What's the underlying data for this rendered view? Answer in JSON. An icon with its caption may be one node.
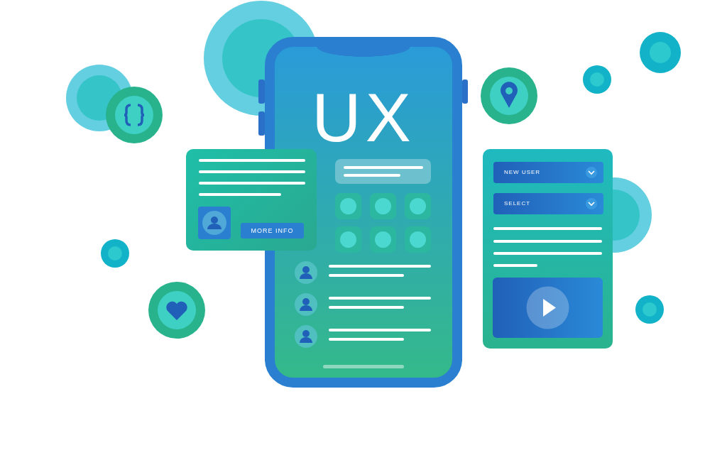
{
  "diagram": {
    "nodes": [
      {
        "text": [
          "UX"
        ]
      },
      {
        "text": [
          "MORE INFO"
        ]
      },
      {
        "text": [
          "NEW USER"
        ]
      },
      {
        "text": [
          "SELECT"
        ]
      }
    ],
    "edges": []
  }
}
